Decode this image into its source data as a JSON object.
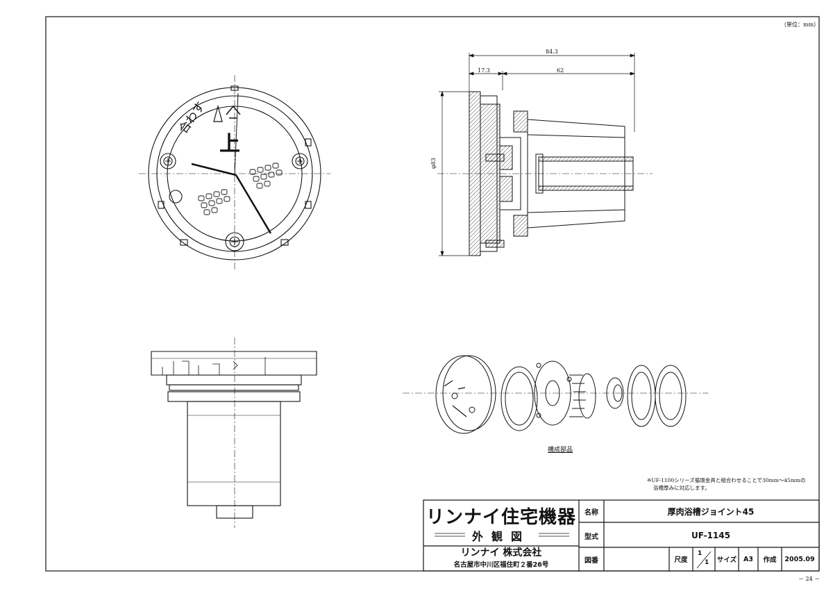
{
  "header": {
    "unit_note": "（単位：mm）"
  },
  "footer": {
    "page_number": "－ 24 －"
  },
  "dimensions": {
    "overall": "84.3",
    "flange": "17.3",
    "body": "62",
    "diameter": "φ83"
  },
  "front_view": {
    "stamp_text": "合わす",
    "stamp_mark": "上"
  },
  "exploded_caption": "構成部品",
  "note": {
    "line1": "※UF-1100シリーズ循環金具と組合わせることで30mm～45mmの",
    "line2": "浴槽厚みに対応します。"
  },
  "title_block": {
    "brand": "リンナイ住宅機器",
    "subtitle": "外観図",
    "company": "リンナイ 株式会社",
    "address": "名古屋市中川区福住町２番26号",
    "name_label": "名称",
    "name_value": "厚肉浴槽ジョイント45",
    "model_label": "型式",
    "model_value": "UF-1145",
    "drawing_label": "図番",
    "scale_label": "尺度",
    "scale_num": "1",
    "scale_den": "1",
    "size_label": "サイズ",
    "size_value": "A3",
    "made_label": "作成",
    "made_value": "2005.09"
  }
}
